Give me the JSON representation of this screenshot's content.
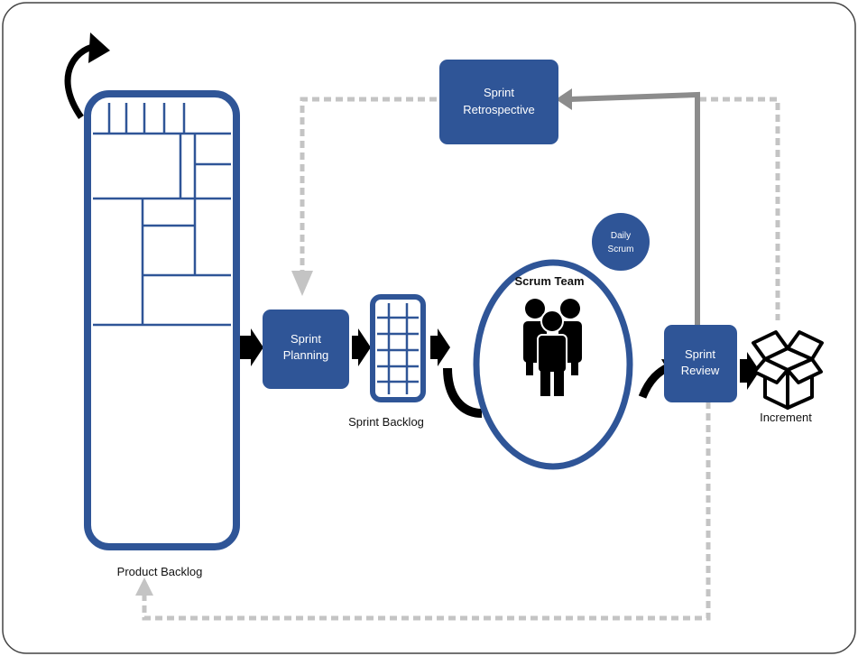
{
  "diagram": {
    "product_backlog_label": "Product Backlog",
    "sprint_planning_line1": "Sprint",
    "sprint_planning_line2": "Planning",
    "sprint_backlog_label": "Sprint Backlog",
    "scrum_team_label": "Scrum Team",
    "daily_scrum_line1": "Daily",
    "daily_scrum_line2": "Scrum",
    "sprint_review_line1": "Sprint",
    "sprint_review_line2": "Review",
    "sprint_retro_line1": "Sprint",
    "sprint_retro_line2": "Retrospective",
    "increment_label": "Increment"
  },
  "colors": {
    "box_blue": "#2f5597",
    "arrow_black": "#000000",
    "feedback_gray": "#bfbfbf",
    "solid_gray": "#8c8c8c"
  }
}
